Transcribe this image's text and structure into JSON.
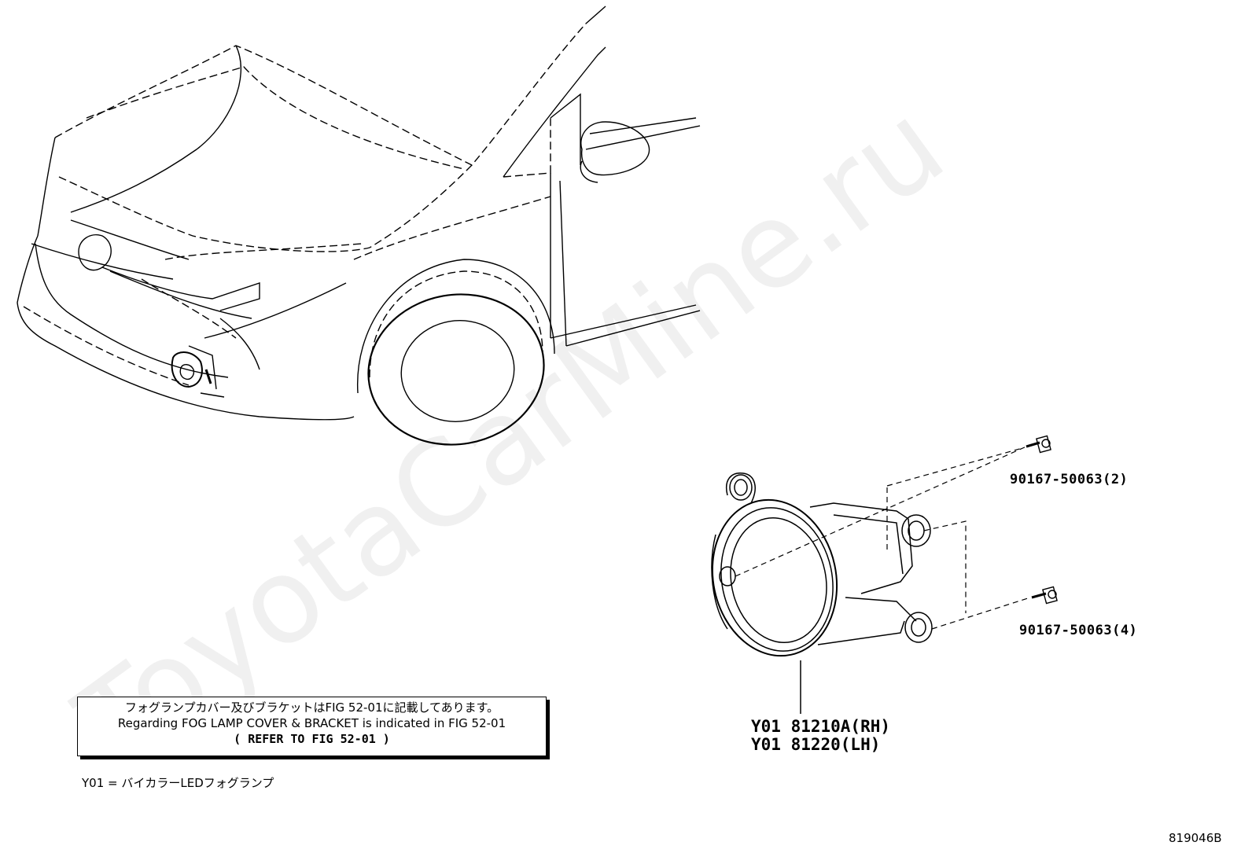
{
  "parts": {
    "bolt_upper": "90167-50063(2)",
    "bolt_lower": "90167-50063(4)",
    "fog_lamp_rh": "Y01 81210A(RH)",
    "fog_lamp_lh": "Y01 81220(LH)"
  },
  "note": {
    "line_jp": "フォグランプカバー及びブラケットはFIG 52-01に記載してあります。",
    "line_en": "Regarding FOG LAMP COVER & BRACKET is indicated in FIG 52-01",
    "line_ref": "(  REFER TO FIG 52-01  )"
  },
  "legend": "Y01 = バイカラーLEDフォグランプ",
  "figure_number": "819046B",
  "watermark": "ToyotaCarMine.ru"
}
